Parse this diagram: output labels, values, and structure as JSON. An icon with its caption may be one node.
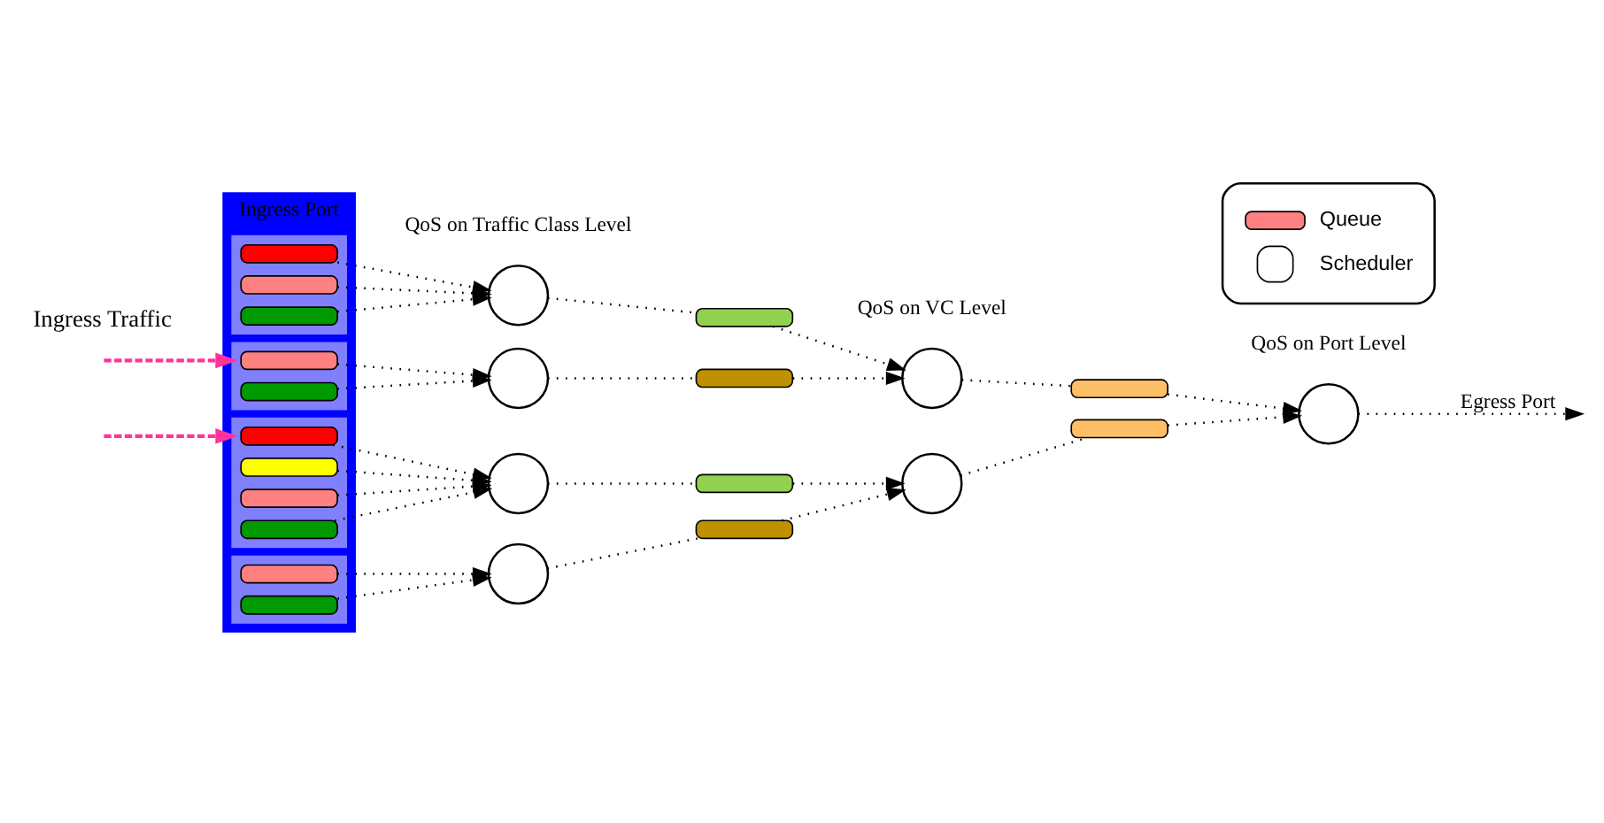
{
  "diagram": {
    "nodes": [
      {
        "text": [
          "Ingress Port"
        ]
      },
      {
        "text": [],
        "shape": "box",
        "in": 0
      },
      {
        "text": [],
        "shape": "cylinder",
        "in": 1
      },
      {
        "text": [],
        "shape": "cylinder",
        "in": 1
      },
      {
        "text": [],
        "shape": "cylinder",
        "in": 1
      },
      {
        "text": [],
        "shape": "box",
        "in": 0
      },
      {
        "text": [],
        "shape": "cylinder",
        "in": 5
      },
      {
        "text": [],
        "shape": "cylinder",
        "in": 5
      },
      {
        "text": [],
        "shape": "box",
        "in": 0
      },
      {
        "text": [],
        "shape": "cylinder",
        "in": 8
      },
      {
        "text": [],
        "shape": "cylinder",
        "in": 8
      },
      {
        "text": [],
        "shape": "cylinder",
        "in": 8
      },
      {
        "text": [],
        "shape": "cylinder",
        "in": 8
      },
      {
        "text": [],
        "shape": "box",
        "in": 0
      },
      {
        "text": [],
        "shape": "cylinder",
        "in": 13
      },
      {
        "text": [],
        "shape": "cylinder",
        "in": 13
      },
      {
        "text": [],
        "shape": "circle"
      },
      {
        "text": [],
        "shape": "circle"
      },
      {
        "text": [],
        "shape": "circle"
      },
      {
        "text": [],
        "shape": "circle"
      },
      {
        "text": [],
        "shape": "cylinder"
      },
      {
        "text": [],
        "shape": "cylinder"
      },
      {
        "text": [],
        "shape": "cylinder"
      },
      {
        "text": [],
        "shape": "cylinder"
      },
      {
        "text": [],
        "shape": "circle"
      },
      {
        "text": [],
        "shape": "circle"
      },
      {
        "text": [],
        "shape": "cylinder"
      },
      {
        "text": [],
        "shape": "cylinder"
      },
      {
        "text": [],
        "shape": "circle"
      }
    ],
    "edges": [
      {
        "from": null,
        "to": 5,
        "arrow": "to",
        "style": "dashed",
        "color": "#ff3399"
      },
      {
        "from": null,
        "to": 8,
        "arrow": "to",
        "style": "dashed",
        "color": "#ff3399"
      },
      {
        "from": 2,
        "to": 16,
        "arrow": "to"
      },
      {
        "from": 3,
        "to": 16,
        "arrow": "to"
      },
      {
        "from": 4,
        "to": 16,
        "arrow": "to"
      },
      {
        "from": 6,
        "to": 17,
        "arrow": "to"
      },
      {
        "from": 7,
        "to": 17,
        "arrow": "to"
      },
      {
        "from": 9,
        "to": 18,
        "arrow": "to"
      },
      {
        "from": 10,
        "to": 18,
        "arrow": "to"
      },
      {
        "from": 11,
        "to": 18,
        "arrow": "to"
      },
      {
        "from": 12,
        "to": 18,
        "arrow": "to"
      },
      {
        "from": 14,
        "to": 19,
        "arrow": "to"
      },
      {
        "from": 15,
        "to": 19,
        "arrow": "to"
      },
      {
        "from": 16,
        "to": 20,
        "arrow": "none"
      },
      {
        "from": 17,
        "to": 21,
        "arrow": "none"
      },
      {
        "from": 18,
        "to": 22,
        "arrow": "none"
      },
      {
        "from": 19,
        "to": 23,
        "arrow": "none"
      },
      {
        "from": 20,
        "to": 24,
        "arrow": "to"
      },
      {
        "from": 21,
        "to": 24,
        "arrow": "to"
      },
      {
        "from": 22,
        "to": 25,
        "arrow": "to"
      },
      {
        "from": 23,
        "to": 25,
        "arrow": "to"
      },
      {
        "from": 24,
        "to": 26,
        "arrow": "none"
      },
      {
        "from": 25,
        "to": 27,
        "arrow": "none"
      },
      {
        "from": 26,
        "to": 28,
        "arrow": "to"
      },
      {
        "from": 27,
        "to": 28,
        "arrow": "to"
      },
      {
        "from": 28,
        "to": null,
        "arrow": "to",
        "label": "Egress Port"
      }
    ],
    "labels": [
      "Ingress Traffic",
      "QoS on Traffic Class Level",
      "QoS on VC Level",
      "QoS on Port Level"
    ],
    "legend": [
      {
        "text": "Queue"
      },
      {
        "text": "Scheduler"
      }
    ]
  }
}
